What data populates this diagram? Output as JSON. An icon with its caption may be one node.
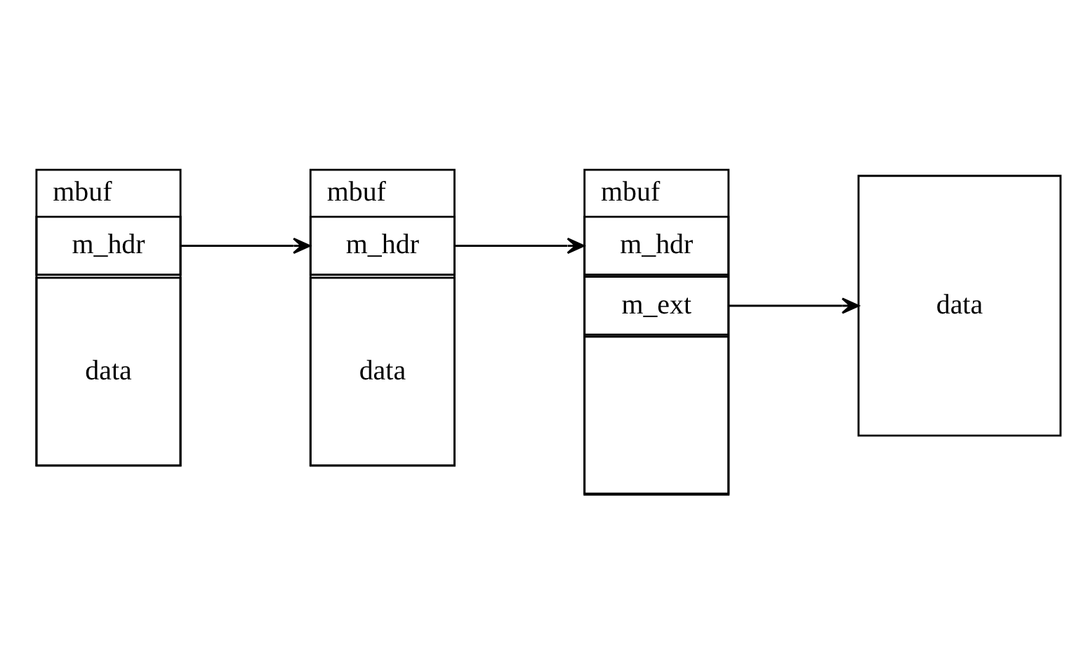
{
  "diagram": {
    "nodes": [
      {
        "text": [
          "mbuf"
        ]
      },
      {
        "text": [
          "m_hdr"
        ],
        "in": 0
      },
      {
        "text": [
          "data"
        ],
        "in": 0
      },
      {
        "text": [
          "mbuf"
        ]
      },
      {
        "text": [
          "m_hdr"
        ],
        "in": 3
      },
      {
        "text": [
          "data"
        ],
        "in": 3
      },
      {
        "text": [
          "mbuf"
        ]
      },
      {
        "text": [
          "m_hdr"
        ],
        "in": 6
      },
      {
        "text": [
          "m_ext"
        ],
        "in": 6
      },
      {
        "text": [],
        "shape": "box",
        "in": 6
      },
      {
        "text": [
          "data"
        ]
      }
    ],
    "edges": [
      {
        "from": 1,
        "to": 4,
        "arrow": "to"
      },
      {
        "from": 4,
        "to": 7,
        "arrow": "to"
      },
      {
        "from": 8,
        "to": 10,
        "arrow": "to"
      }
    ]
  }
}
